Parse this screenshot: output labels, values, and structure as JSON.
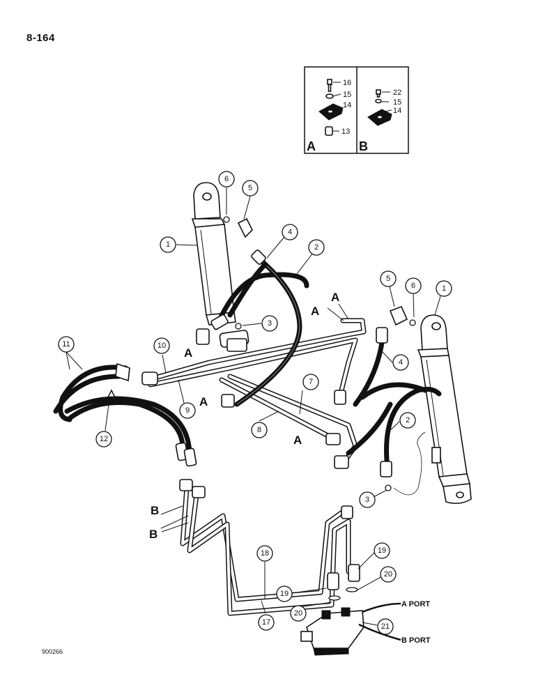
{
  "page_number": "8-164",
  "figure_code": "900266",
  "inset": {
    "panel_a": {
      "letter": "A",
      "callouts": [
        "16",
        "15",
        "14",
        "13"
      ]
    },
    "panel_b": {
      "letter": "B",
      "callouts": [
        "22",
        "15",
        "14"
      ]
    }
  },
  "callouts": {
    "c1_left": "1",
    "c6_left": "6",
    "c5_left": "5",
    "c4_left": "4",
    "c2_left": "2",
    "c3_left": "3",
    "c5_right": "5",
    "c6_right": "6",
    "c1_right": "1",
    "c4_right": "4",
    "c2_right": "2",
    "c3_right": "3",
    "c7": "7",
    "c8": "8",
    "c9": "9",
    "c10": "10",
    "c11": "11",
    "c12": "12",
    "c17": "17",
    "c18": "18",
    "c19_left": "19",
    "c19_right": "19",
    "c20_left": "20",
    "c20_right": "20",
    "c21": "21"
  },
  "letters": {
    "a_top1": "A",
    "a_top2": "A",
    "a_left": "A",
    "a_mid": "A",
    "a_low": "A",
    "b_1": "B",
    "b_2": "B"
  },
  "ports": {
    "a_port": "A PORT",
    "b_port": "B PORT"
  }
}
